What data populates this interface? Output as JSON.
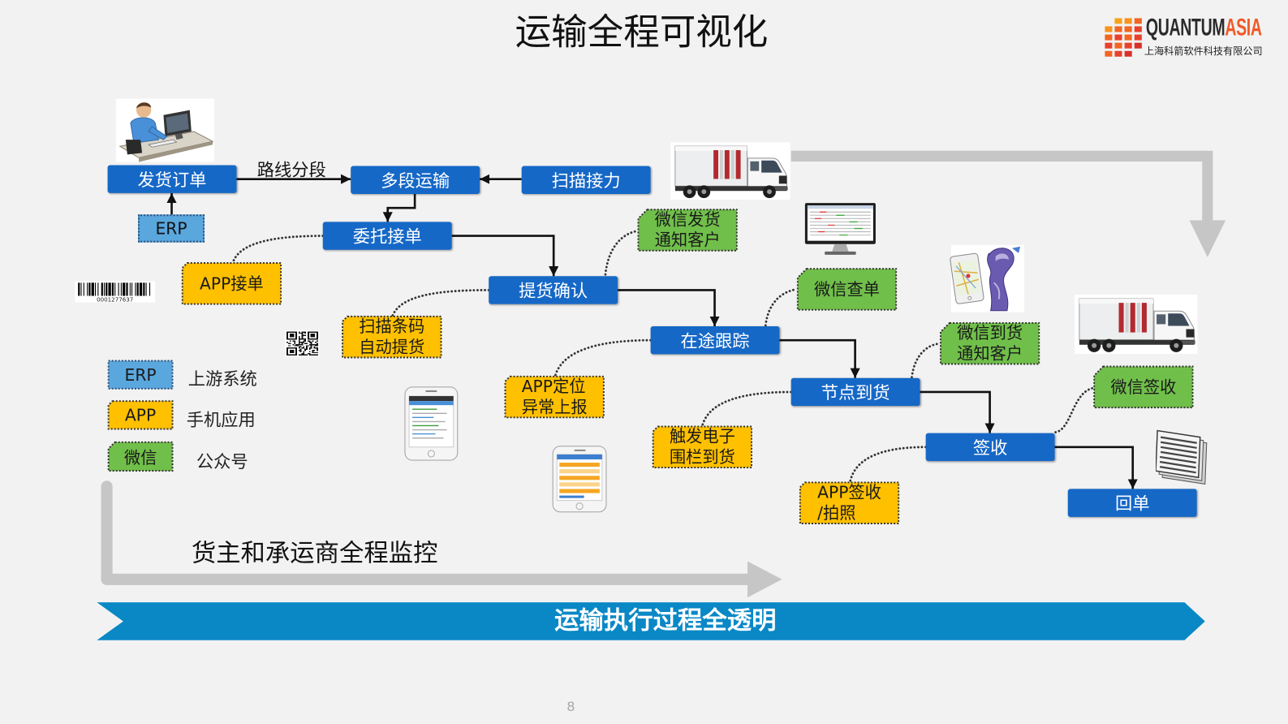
{
  "slide": {
    "title": "运输全程可视化",
    "page_number": "8"
  },
  "logo": {
    "brand_dark": "QUANTUM",
    "brand_accent": "ASIA",
    "company": "上海科箭软件科技有限公司"
  },
  "flow": {
    "send_order": "发货订单",
    "route_segment_label": "路线分段",
    "multi_segment_transport": "多段运输",
    "scan_relay": "扫描接力",
    "erp_source": "ERP",
    "accept_commission": "委托接单",
    "pickup_confirm": "提货确认",
    "in_transit_tracking": "在途跟踪",
    "node_arrival": "节点到货",
    "sign_for": "签收",
    "return_receipt": "回单"
  },
  "app_notes": {
    "app_accept": [
      "APP接单"
    ],
    "scan_pickup": [
      "扫描条码",
      "自动提货"
    ],
    "app_location": [
      "APP定位",
      "异常上报"
    ],
    "geofence_arrival": [
      "触发电子",
      "围栏到货"
    ],
    "app_sign_photo": [
      "APP签收",
      "/拍照"
    ]
  },
  "wechat_notes": {
    "ship_notify": [
      "微信发货",
      "通知客户"
    ],
    "order_query": [
      "微信查单"
    ],
    "arrival_notify": [
      "微信到货",
      "通知客户"
    ],
    "sign_notify": [
      "微信签收"
    ]
  },
  "barcode_number": "0001277637",
  "legend": [
    {
      "tag": "ERP",
      "description": "上游系统"
    },
    {
      "tag": "APP",
      "description": "手机应用"
    },
    {
      "tag": "微信",
      "description": "公众号"
    }
  ],
  "monitoring_caption": "货主和承运商全程监控",
  "banner_text": "运输执行过程全透明",
  "illustrations": [
    "person-at-computer-icon",
    "box-truck-icon",
    "monitor-icon",
    "phone-map-hand-icon",
    "barcode-icon",
    "qr-code-icon",
    "smartphone-icon",
    "receipt-documents-icon",
    "logo-squares-icon"
  ],
  "colors": {
    "process_blue": "#1668C7",
    "erp_blue": "#5AA7DE",
    "app_orange": "#FFC000",
    "wechat_green": "#70BF4A",
    "banner_blue": "#0A88C6",
    "logo_orange": "#F05A28",
    "arrow_gray": "#C6C6C6"
  }
}
